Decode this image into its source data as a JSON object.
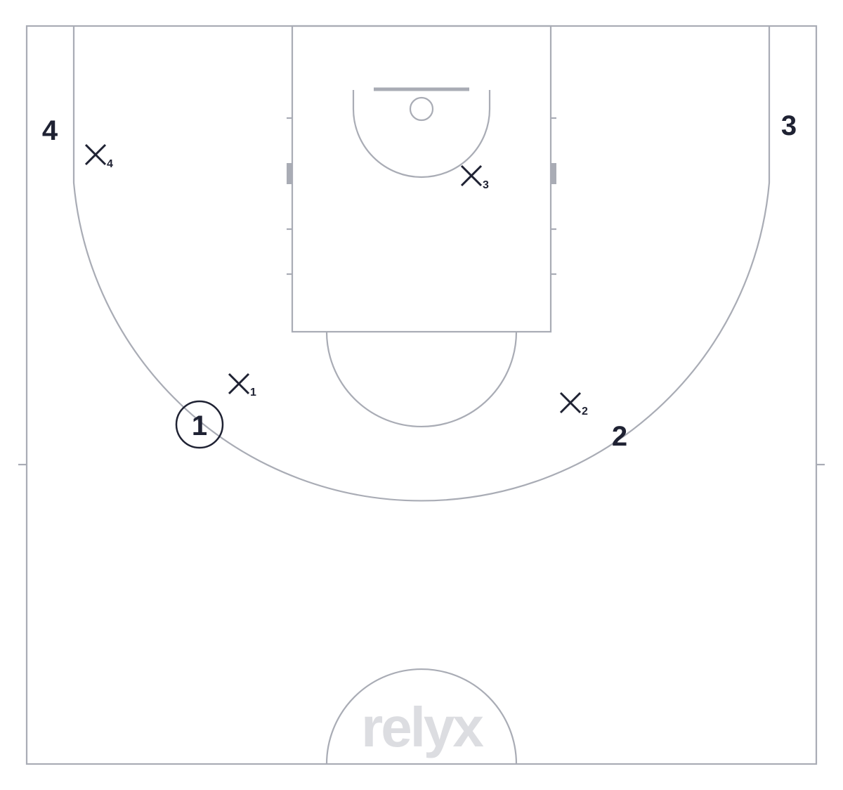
{
  "colors": {
    "court_line": "#a9acb5",
    "player": "#1f2233",
    "watermark": "#dcdde1"
  },
  "watermark": "relyx",
  "offense": [
    {
      "label": "1",
      "circled": true
    },
    {
      "label": "2",
      "circled": false
    },
    {
      "label": "3",
      "circled": false
    },
    {
      "label": "4",
      "circled": false
    }
  ],
  "defense": [
    {
      "symbol": "X",
      "sub": "1"
    },
    {
      "symbol": "X",
      "sub": "2"
    },
    {
      "symbol": "X",
      "sub": "3"
    },
    {
      "symbol": "X",
      "sub": "4"
    }
  ]
}
